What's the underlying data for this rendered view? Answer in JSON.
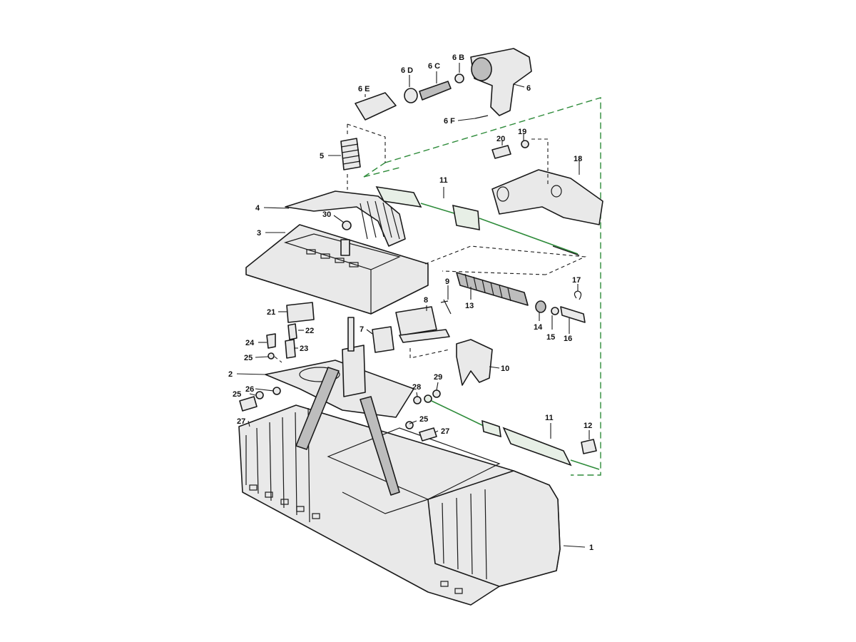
{
  "colors": {
    "background": "#ffffff",
    "ink": "#1a1a1a",
    "green_guide": "#2e8b3a"
  },
  "callouts": {
    "c1": "1",
    "c2": "2",
    "c3": "3",
    "c4": "4",
    "c5": "5",
    "c6": "6",
    "c6b": "6 B",
    "c6c": "6 C",
    "c6d": "6 D",
    "c6e": "6 E",
    "c6f": "6 F",
    "c7": "7",
    "c8": "8",
    "c9": "9",
    "c10": "10",
    "c11a": "11",
    "c11b": "11",
    "c12": "12",
    "c13": "13",
    "c14": "14",
    "c15": "15",
    "c16": "16",
    "c17": "17",
    "c18": "18",
    "c19": "19",
    "c20": "20",
    "c21": "21",
    "c22": "22",
    "c23": "23",
    "c24": "24",
    "c25a": "25",
    "c25b": "25",
    "c25c": "25",
    "c26": "26",
    "c27a": "27",
    "c27b": "27",
    "c28": "28",
    "c29": "29",
    "c30": "30"
  }
}
